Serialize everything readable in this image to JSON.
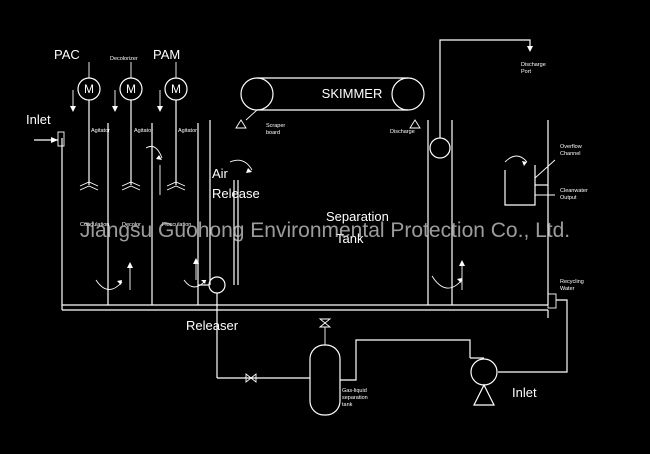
{
  "labels": {
    "pac": "PAC",
    "decolorizer": "Decolorizer",
    "pam": "PAM",
    "motor": "M",
    "inlet_top": "Inlet",
    "agitator": "Agitator",
    "coagulation": "Coagulation",
    "decolor": "Decolor",
    "flocculation": "Flocculation",
    "skimmer": "SKIMMER",
    "scraper_board_1": "Scraper",
    "scraper_board_2": "board",
    "discharge": "Discharge",
    "discharge_port_1": "Discharge",
    "discharge_port_2": "Port",
    "overflow_channel_1": "Overflow",
    "overflow_channel_2": "Channel",
    "cleanwater_output_1": "Cleanwater",
    "cleanwater_output_2": "Output",
    "air_release_1": "Air",
    "air_release_2": "Release",
    "separation_tank_1": "Separation",
    "separation_tank_2": "Tank",
    "recycling_water_1": "Recycling",
    "recycling_water_2": "Water",
    "releaser": "Releaser",
    "gas_liquid_1": "Gas-liquid",
    "gas_liquid_2": "separation",
    "gas_liquid_3": "tank",
    "inlet_bottom": "Inlet"
  },
  "watermark": "Jiangsu Guohong Environmental Protection Co., Ltd.",
  "colors": {
    "background": "#000000",
    "line": "#ffffff",
    "watermark": "#c8c8c8"
  }
}
